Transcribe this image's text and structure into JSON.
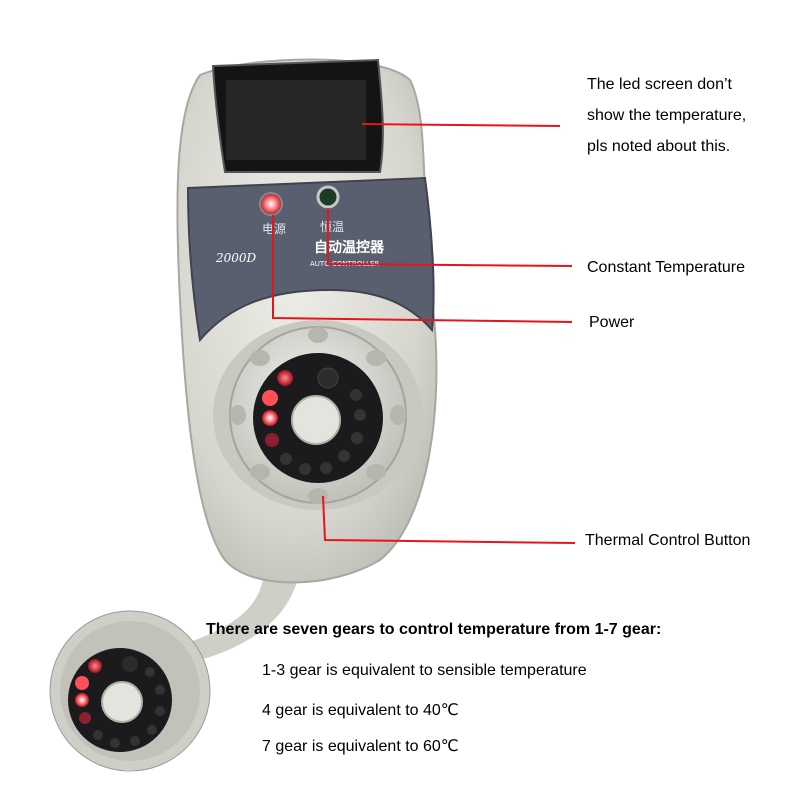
{
  "device": {
    "panel_text_power": "电源",
    "panel_text_constant": "恒温",
    "panel_brand_cn": "自动温控器",
    "panel_brand_en": "AUTO CONTROLLER",
    "model": "2000D"
  },
  "annotations": {
    "led_note": [
      "The led screen don’t",
      "show the temperature,",
      "pls noted about this."
    ],
    "constant_temperature": "Constant Temperature",
    "power": "Power",
    "thermal_control_button": "Thermal Control Button"
  },
  "gears": {
    "title": "There are seven gears to control temperature from 1-7 gear:",
    "lines": [
      "1-3 gear is equivalent to sensible temperature",
      "4 gear is equivalent to 40℃",
      "7 gear is equivalent to 60℃"
    ]
  },
  "colors": {
    "pointer_line": "#e8141c",
    "body": "#dcdcd4",
    "panel": "#5a5f70",
    "screen": "#1a1a1a"
  }
}
